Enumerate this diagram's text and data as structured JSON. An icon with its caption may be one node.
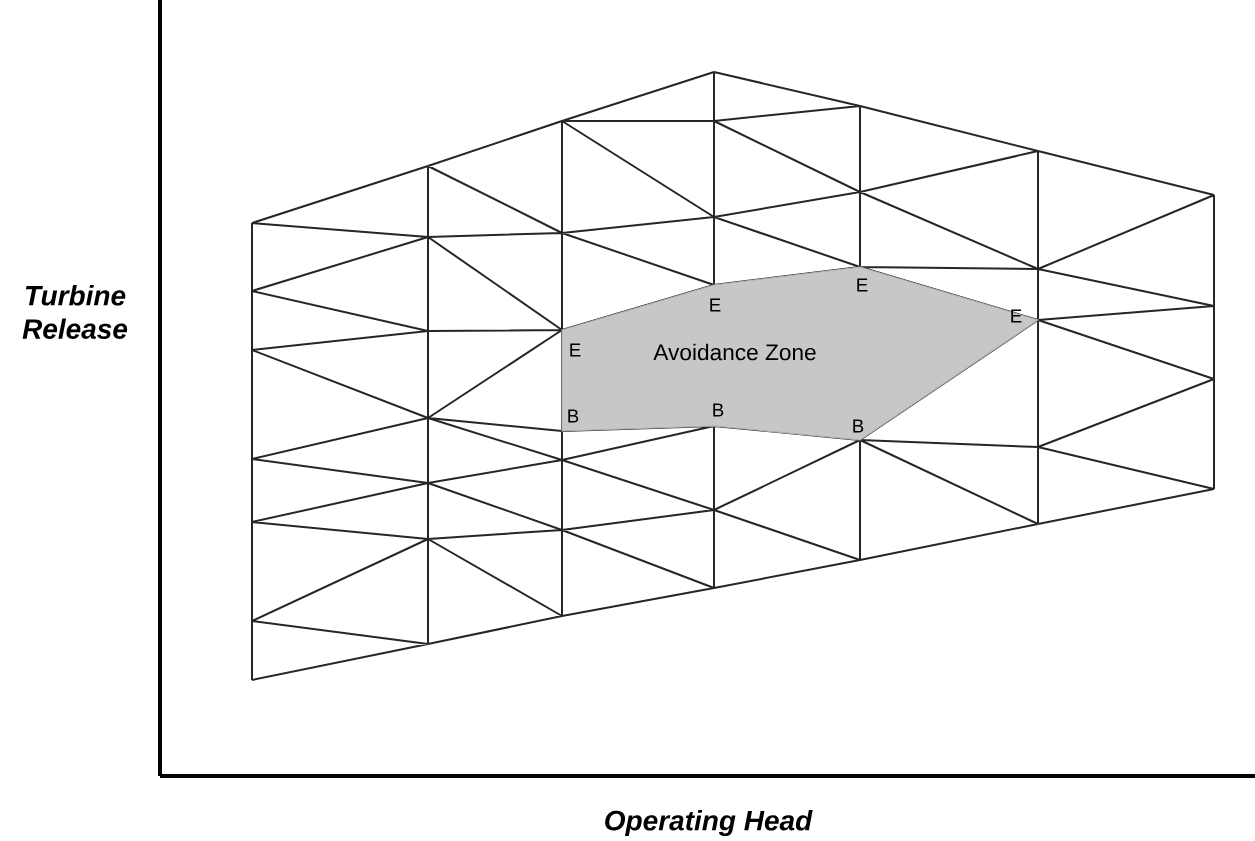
{
  "diagram": {
    "nodes": [
      {
        "text": [
          "Avoidance Zone"
        ]
      }
    ],
    "edges": [],
    "labels": [
      "Turbine Release",
      "E",
      "E",
      "E",
      "E",
      "B",
      "B",
      "B",
      "Operating Head"
    ]
  }
}
